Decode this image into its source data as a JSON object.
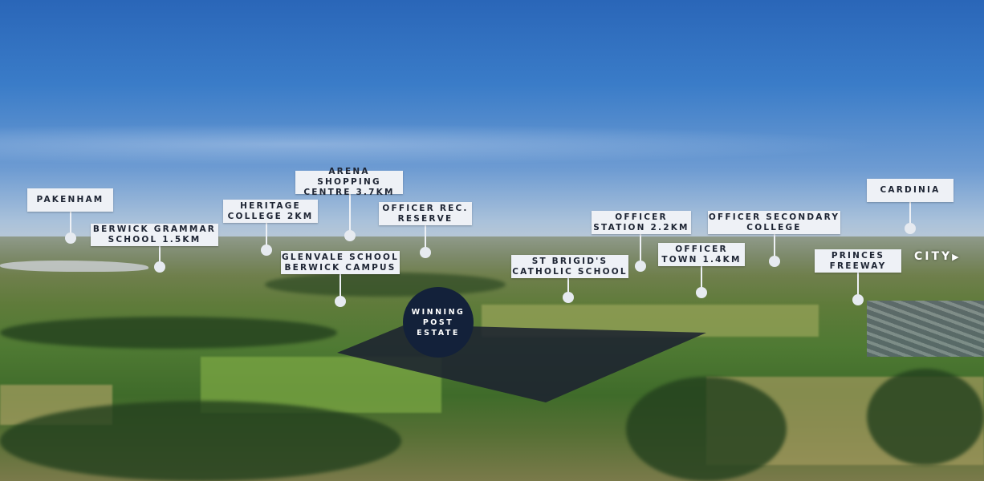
{
  "estate": {
    "line1": "WINNING",
    "line2": "POST",
    "line3": "ESTATE"
  },
  "labels": {
    "pakenham": [
      "PAKENHAM"
    ],
    "berwick_grammar": [
      "BERWICK GRAMMAR",
      "SCHOOL 1.5KM"
    ],
    "heritage": [
      "HERITAGE",
      "COLLEGE 2KM"
    ],
    "arena": [
      "ARENA SHOPPING",
      "CENTRE 3.7KM"
    ],
    "officer_rec": [
      "OFFICER REC.",
      "RESERVE"
    ],
    "glenvale": [
      "GLENVALE SCHOOL",
      "BERWICK CAMPUS"
    ],
    "st_brigids": [
      "ST BRIGID'S",
      "CATHOLIC SCHOOL"
    ],
    "officer_station": [
      "OFFICER",
      "STATION 2.2KM"
    ],
    "officer_town": [
      "OFFICER",
      "TOWN 1.4KM"
    ],
    "officer_secondary": [
      "OFFICER SECONDARY",
      "COLLEGE"
    ],
    "princes_freeway": [
      "PRINCES",
      "FREEWAY"
    ],
    "cardinia": [
      "CARDINIA"
    ]
  },
  "city": {
    "label": "CITY",
    "icon": "arrow-right-icon"
  },
  "colors": {
    "estate_badge": "#13213a",
    "estate_area": "#1c2230",
    "label_bg": "#eef1f6"
  }
}
